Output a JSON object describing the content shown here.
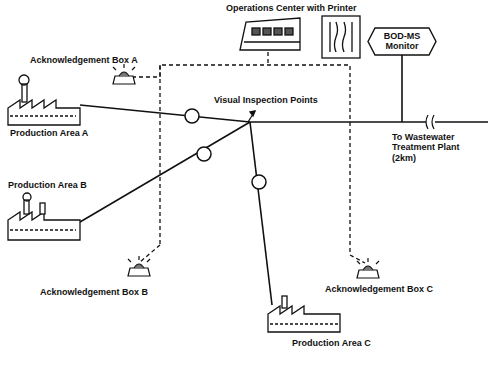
{
  "diagram": {
    "nodes": [
      {
        "text": [
          "BOD-MS Monitor"
        ]
      }
    ],
    "labels": [
      "Operations Center with Printer",
      "Acknowledgement Box A",
      "Production Area A",
      "Visual Inspection Points",
      "To Wastewater Treatment Plant (2km)",
      "Production Area B",
      "Acknowledgement Box B",
      "Acknowledgement Box C",
      "Production Area C"
    ]
  }
}
